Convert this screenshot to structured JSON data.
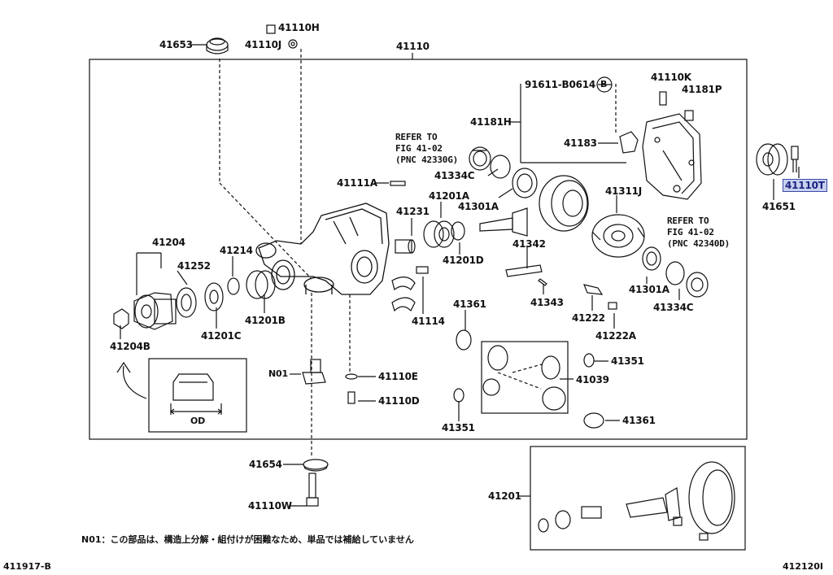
{
  "parts": {
    "p41653": "41653",
    "p41110H": "41110H",
    "p41110J": "41110J",
    "p41110": "41110",
    "p91611": "91611-B0614",
    "circleB": "B",
    "p41110K": "41110K",
    "p41181P": "41181P",
    "p41181H": "41181H",
    "p41183": "41183",
    "p41110T": "41110T",
    "p41651": "41651",
    "p41334C_a": "41334C",
    "p41111A": "41111A",
    "p41201A": "41201A",
    "p41301A_a": "41301A",
    "p41311J": "41311J",
    "p41231": "41231",
    "p41204": "41204",
    "p41252": "41252",
    "p41214": "41214",
    "p41201D": "41201D",
    "p41342": "41342",
    "p41343": "41343",
    "p41301A_b": "41301A",
    "p41334C_b": "41334C",
    "p41204B": "41204B",
    "p41201C": "41201C",
    "p41201B": "41201B",
    "p41114": "41114",
    "p41361_a": "41361",
    "p41222": "41222",
    "p41222A": "41222A",
    "p41351_a": "41351",
    "p41039": "41039",
    "p41361_b": "41361",
    "p41351_b": "41351",
    "pN01": "N01",
    "p41110E": "41110E",
    "p41110D": "41110D",
    "pOD": "OD",
    "p41654": "41654",
    "p41110W": "41110W",
    "p41201": "41201"
  },
  "refs": {
    "ref1_line1": "REFER TO",
    "ref1_line2": "FIG 41-02",
    "ref1_line3": "(PNC 42330G)",
    "ref2_line1": "REFER TO",
    "ref2_line2": "FIG 41-02",
    "ref2_line3": "(PNC 42340D)"
  },
  "note": "N01：この部品は、構造上分解・組付けが困難なため、単品では補給していません",
  "footer": {
    "left": "411917-B",
    "right": "412120I"
  },
  "colors": {
    "line": "#111111",
    "highlight_bg": "#c8d0f0",
    "highlight_border": "#3a4aa8"
  }
}
